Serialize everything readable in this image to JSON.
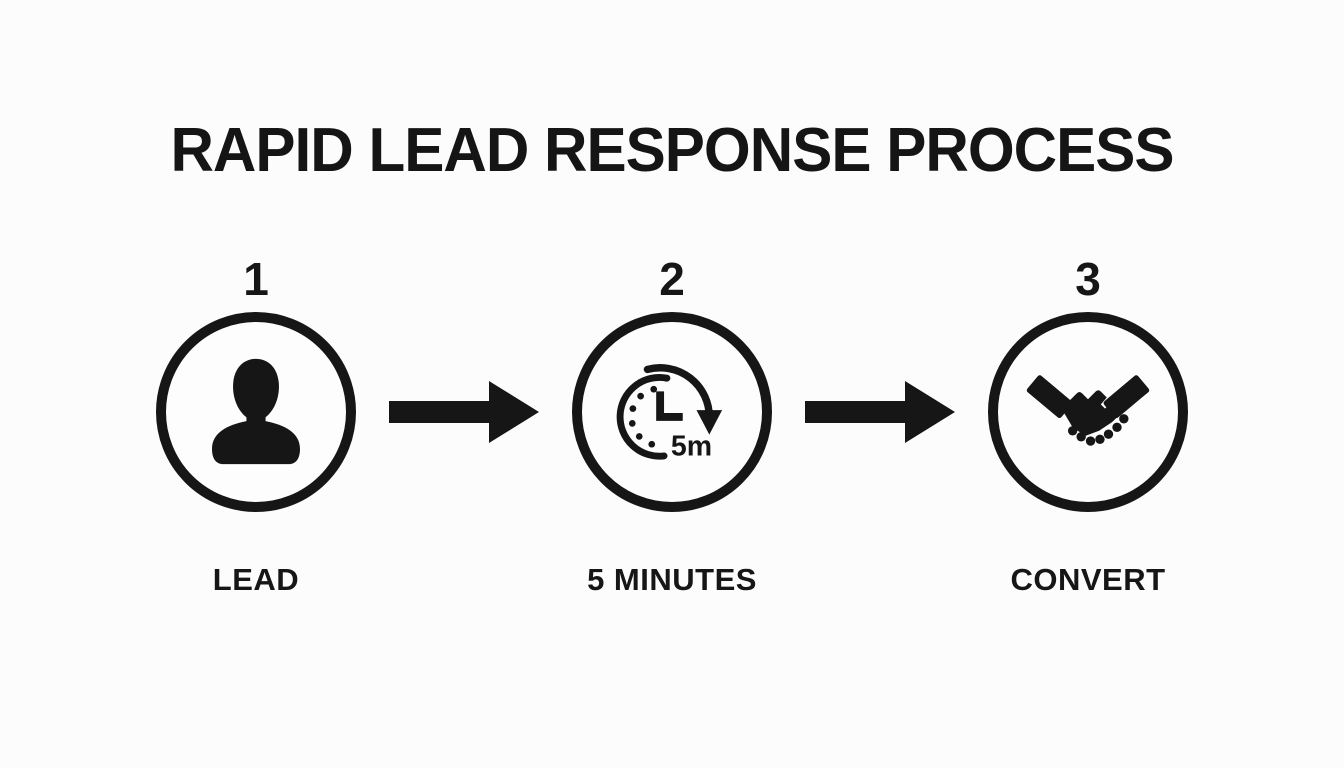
{
  "page": {
    "title": "RAPID LEAD RESPONSE PROCESS"
  },
  "steps": [
    {
      "number": "1",
      "label": "LEAD",
      "icon": "person-icon"
    },
    {
      "number": "2",
      "label": "5 MINUTES",
      "icon": "clock-icon",
      "icon_text": "5m"
    },
    {
      "number": "3",
      "label": "CONVERT",
      "icon": "handshake-icon"
    }
  ],
  "connectors": [
    {
      "icon": "arrow-right-icon"
    },
    {
      "icon": "arrow-right-icon"
    }
  ],
  "colors": {
    "ink": "#161616",
    "background": "#fcfcfc"
  }
}
